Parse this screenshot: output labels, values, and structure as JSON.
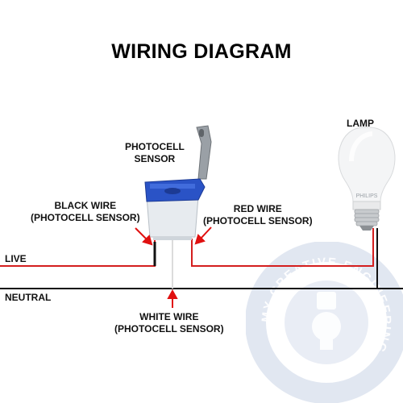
{
  "title": "WIRING DIAGRAM",
  "labels": {
    "photocell": [
      "PHOTOCELL",
      "SENSOR"
    ],
    "lamp": "LAMP",
    "black_wire": [
      "BLACK WIRE",
      "(PHOTOCELL SENSOR)"
    ],
    "red_wire": [
      "RED WIRE",
      "(PHOTOCELL SENSOR)"
    ],
    "white_wire": [
      "WHITE WIRE",
      "(PHOTOCELL SENSOR)"
    ],
    "live": "LIVE",
    "neutral": "NEUTRAL"
  },
  "lamp_brand": "PHILIPS",
  "watermark": "MY CREATIVE ENGINEERING",
  "colors": {
    "live_wire": "#d41e1e",
    "neutral_wire": "#111111",
    "black_wire": "#111111",
    "red_wire": "#d41e1e",
    "white_wire": "#e8e8e8",
    "arrow": "#e01010",
    "sensor_cap": "#2a53c6",
    "watermark": "#c9d3e6"
  }
}
